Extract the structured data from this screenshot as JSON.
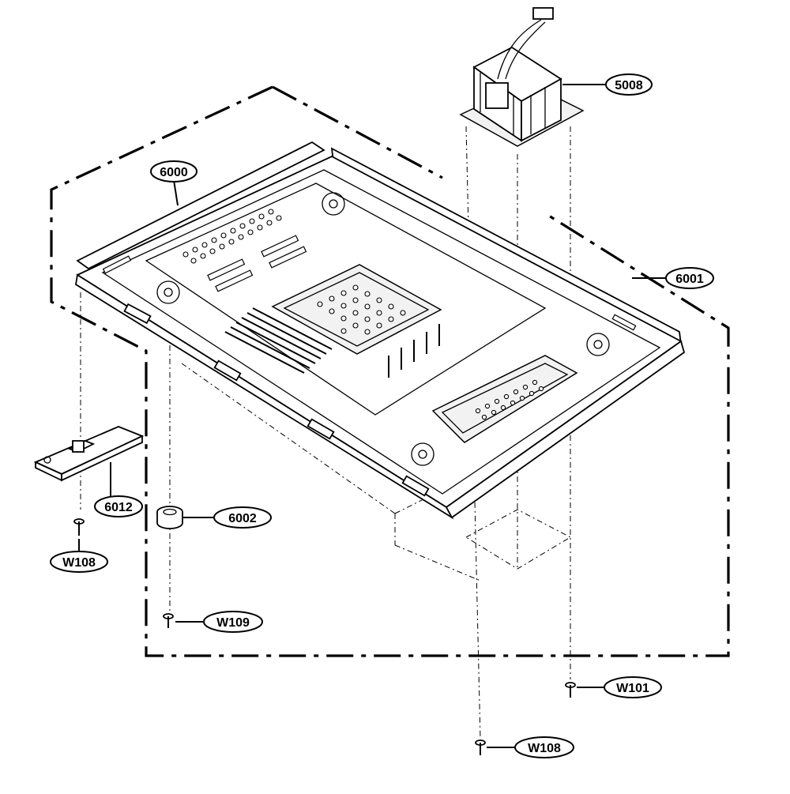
{
  "diagram": {
    "callouts": {
      "c5008": "5008",
      "c6000": "6000",
      "c6001": "6001",
      "c6012": "6012",
      "c6002": "6002",
      "cW108a": "W108",
      "cW109": "W109",
      "cW101": "W101",
      "cW108b": "W108"
    }
  }
}
